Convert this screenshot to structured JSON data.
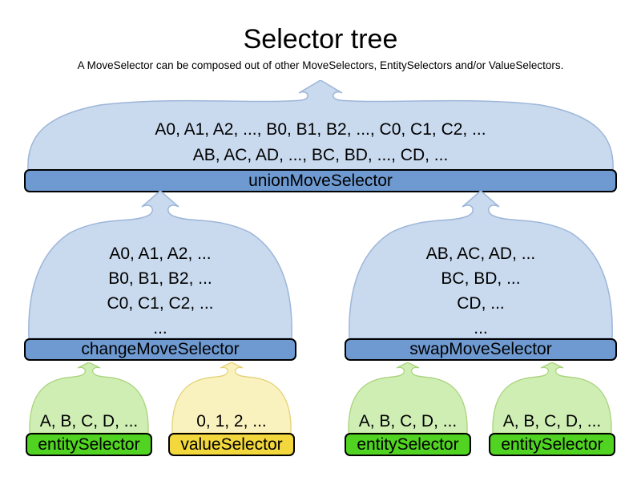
{
  "page": {
    "title": "Selector tree",
    "subtitle": "A MoveSelector can be composed out of other MoveSelectors, EntitySelectors and/or ValueSelectors."
  },
  "colors": {
    "dome_blue_fill": "#C9D9EE",
    "dome_blue_border": "#9DB6D9",
    "dome_green_fill": "#CFEEB4",
    "dome_green_border": "#A9D37D",
    "dome_yellow_fill": "#FAF2BE",
    "dome_yellow_border": "#E3D177",
    "bar_blue": "#6E9AD1",
    "bar_green": "#50D321",
    "bar_yellow": "#F2D83C",
    "bar_border": "#000000",
    "text": "#000000"
  },
  "tree": {
    "union": {
      "label": "unionMoveSelector",
      "lines": [
        "A0, A1, A2, ..., B0, B1, B2, ..., C0, C1, C2, ...",
        "AB, AC, AD, ..., BC, BD, ..., CD, ..."
      ]
    },
    "change": {
      "label": "changeMoveSelector",
      "lines": [
        "A0, A1, A2, ...",
        "B0, B1, B2, ...",
        "C0, C1, C2, ...",
        "..."
      ]
    },
    "swap": {
      "label": "swapMoveSelector",
      "lines": [
        "AB, AC, AD, ...",
        "BC, BD, ...",
        "CD, ...",
        "..."
      ]
    },
    "entity1": {
      "label": "entitySelector",
      "lines": [
        "A, B, C, D, ..."
      ]
    },
    "value1": {
      "label": "valueSelector",
      "lines": [
        "0, 1, 2, ..."
      ]
    },
    "entity2": {
      "label": "entitySelector",
      "lines": [
        "A, B, C, D, ..."
      ]
    },
    "entity3": {
      "label": "entitySelector",
      "lines": [
        "A, B, C, D, ..."
      ]
    }
  }
}
